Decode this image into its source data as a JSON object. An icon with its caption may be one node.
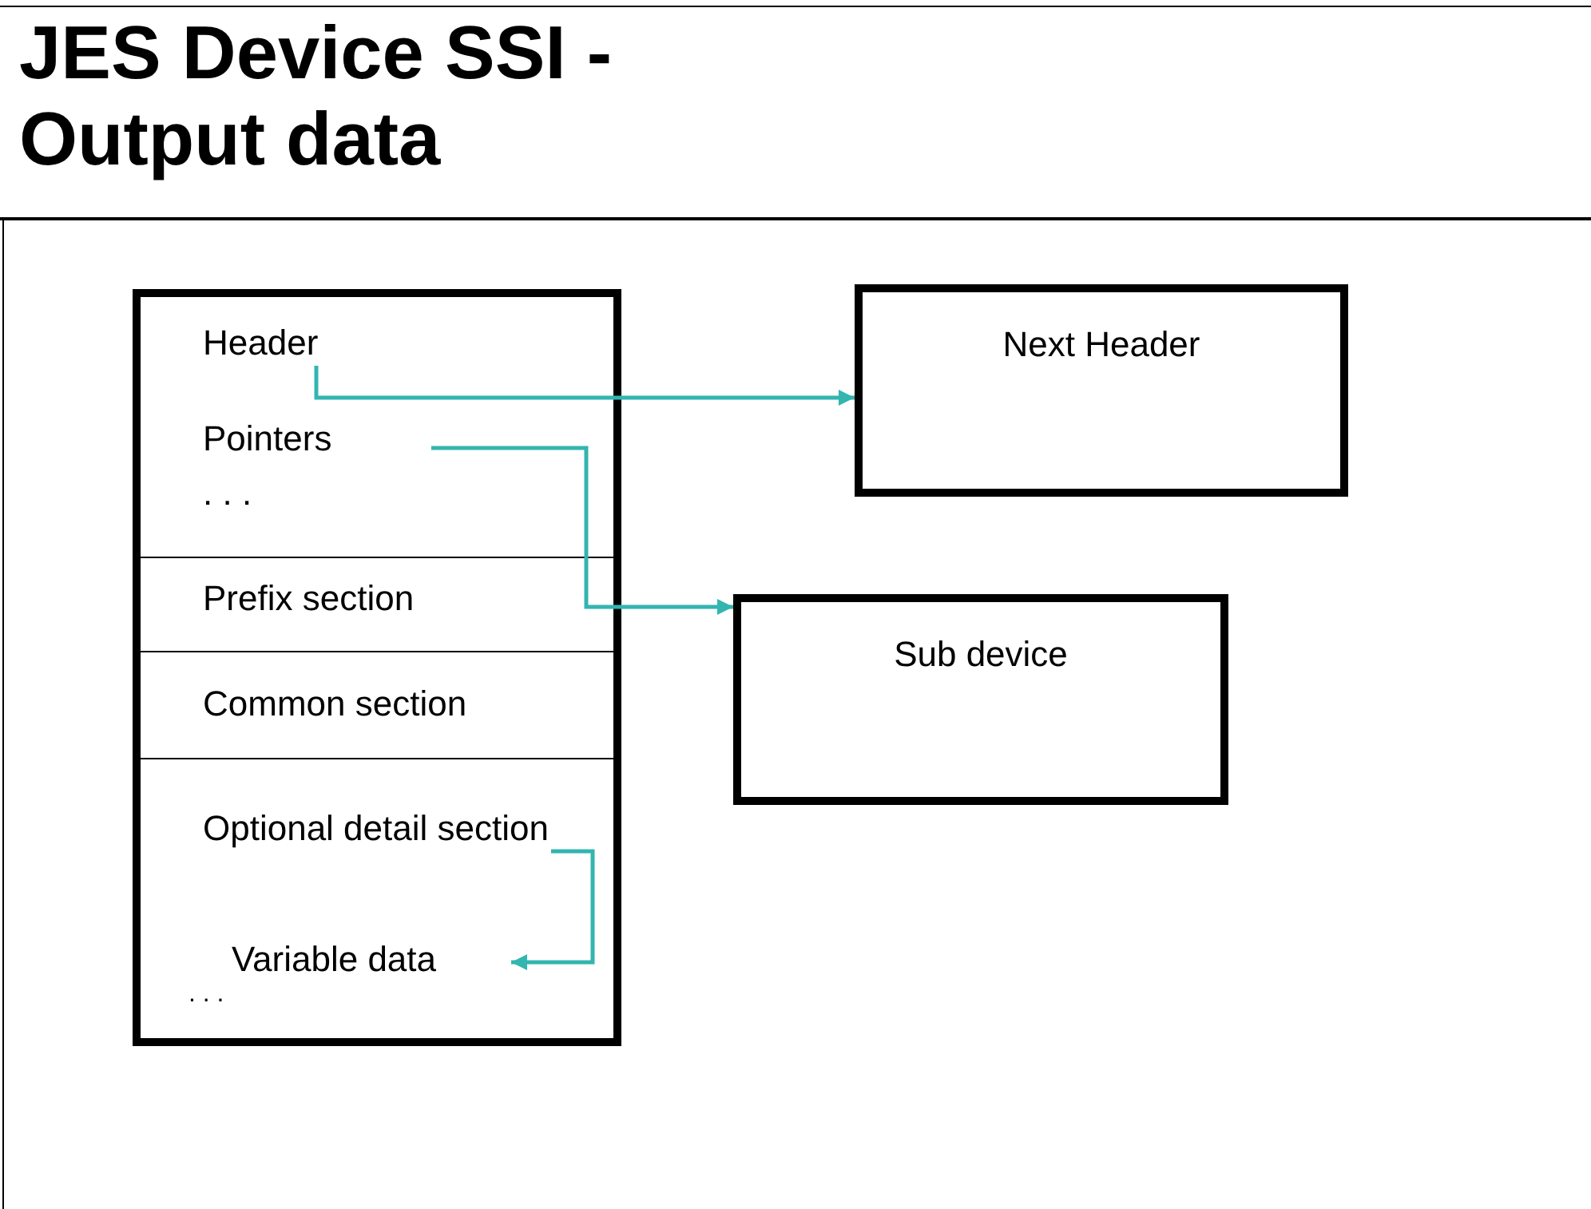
{
  "diagram": {
    "title": "JES Device SSI - Output data",
    "nodes": [
      {
        "text": [],
        "shape": "box"
      },
      {
        "text": [
          "Header"
        ],
        "in": 0
      },
      {
        "text": [
          "Pointers"
        ],
        "in": 0
      },
      {
        "text": [
          "Prefix section"
        ],
        "in": 0
      },
      {
        "text": [
          "Common section"
        ],
        "in": 0
      },
      {
        "text": [
          "Optional detail section"
        ],
        "in": 0
      },
      {
        "text": [
          "Variable data"
        ],
        "in": 0
      },
      {
        "text": [
          "Next Header"
        ]
      },
      {
        "text": [
          "Sub device"
        ]
      }
    ],
    "edges": [
      {
        "from": 1,
        "to": 7,
        "arrow": "to"
      },
      {
        "from": 2,
        "to": 8,
        "arrow": "to"
      },
      {
        "from": 5,
        "to": 6,
        "arrow": "to"
      }
    ],
    "labels": [
      ". . .",
      ". . ."
    ]
  }
}
